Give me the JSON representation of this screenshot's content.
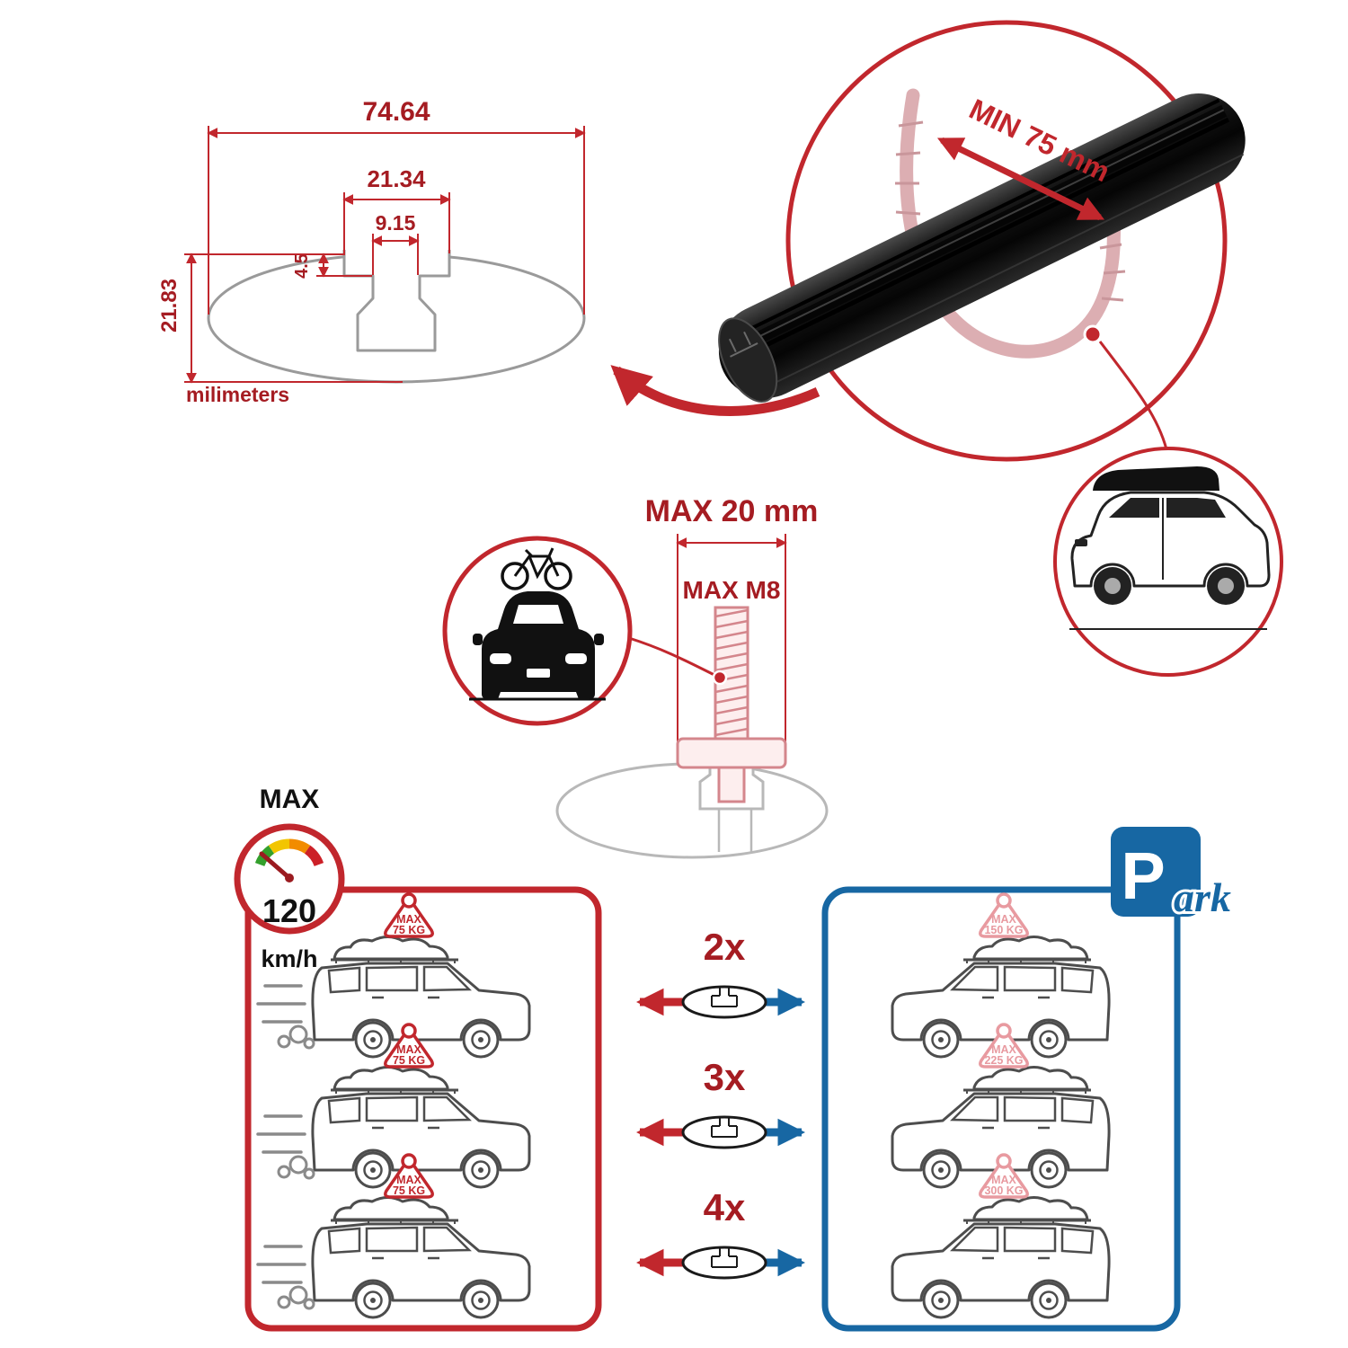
{
  "profile_dimensions": {
    "total_width": "74.64",
    "channel_width": "21.34",
    "slot_width": "9.15",
    "lip_depth": "4.5",
    "total_height": "21.83",
    "units_label": "milimeters"
  },
  "bar_detail": {
    "min_span_label": "MIN 75 mm"
  },
  "bolt_detail": {
    "max_width_label": "MAX 20 mm",
    "max_thread_label": "MAX M8"
  },
  "speed_limit": {
    "title": "MAX",
    "value": "120",
    "units": "km/h"
  },
  "park_sign": {
    "letter": "P",
    "suffix": "ark"
  },
  "driving_cars": [
    {
      "badge_title": "MAX",
      "badge_load": "75 KG"
    },
    {
      "badge_title": "MAX",
      "badge_load": "75 KG"
    },
    {
      "badge_title": "MAX",
      "badge_load": "75 KG"
    }
  ],
  "bar_counts": [
    {
      "label": "2x"
    },
    {
      "label": "3x"
    },
    {
      "label": "4x"
    }
  ],
  "parked_cars": [
    {
      "badge_title": "MAX",
      "badge_load": "150 KG"
    },
    {
      "badge_title": "MAX",
      "badge_load": "225 KG"
    },
    {
      "badge_title": "MAX",
      "badge_load": "300 KG"
    }
  ],
  "colors": {
    "red": "#c1272d",
    "dark_red": "#a51c22",
    "blue": "#1767a3",
    "pink": "#e89aa0",
    "sketch_gray": "#4d4d4d",
    "light_gray": "#b8b8b8"
  }
}
